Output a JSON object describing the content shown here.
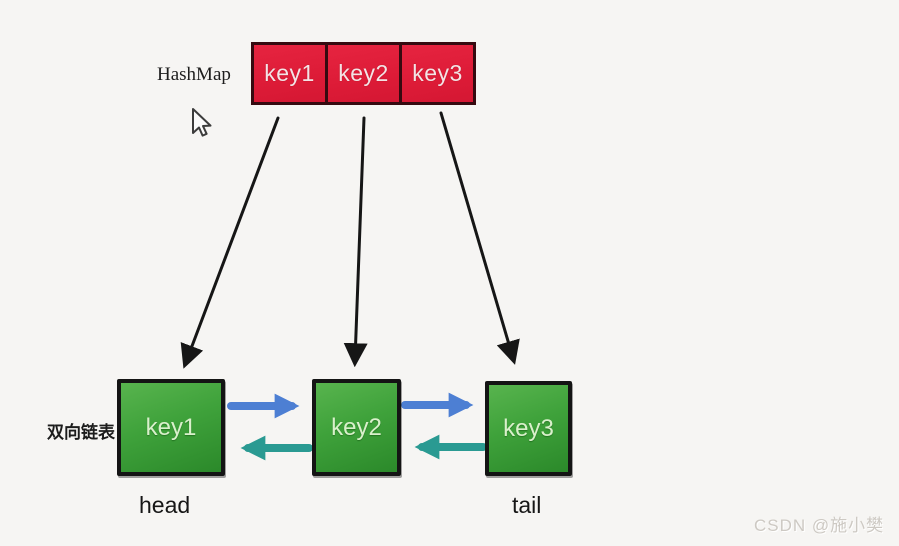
{
  "hashmap": {
    "label": "HashMap",
    "cells": [
      "key1",
      "key2",
      "key3"
    ]
  },
  "linked_list": {
    "label": "双向链表",
    "nodes": [
      "key1",
      "key2",
      "key3"
    ],
    "head_label": "head",
    "tail_label": "tail"
  },
  "watermark": {
    "text": "CSDN @施小樊"
  },
  "colors": {
    "background": "#f6f5f3",
    "hashmap_cell": "#dd1b37",
    "node_green": "#3fa23b",
    "pointer_arrow": "#161616",
    "forward_arrow": "#4d7fd3",
    "backward_arrow": "#2a9a92"
  }
}
